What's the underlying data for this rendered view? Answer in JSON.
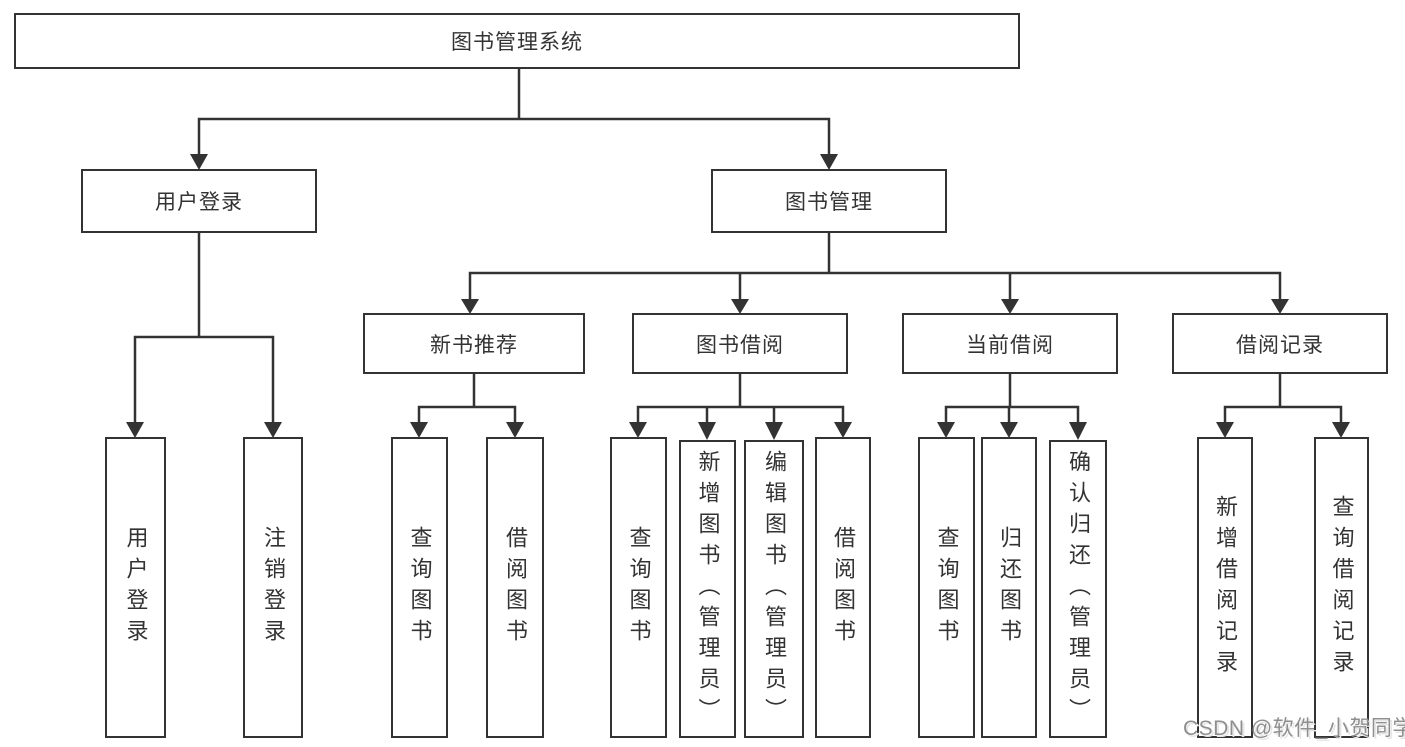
{
  "diagram": {
    "root": "图书管理系统",
    "branches": [
      {
        "label": "用户登录",
        "leaves": [
          "用户登录",
          "注销登录"
        ]
      },
      {
        "label": "图书管理",
        "groups": [
          {
            "label": "新书推荐",
            "leaves": [
              "查询图书",
              "借阅图书"
            ]
          },
          {
            "label": "图书借阅",
            "leaves": [
              "查询图书",
              "新增图书（管理员）",
              "编辑图书（管理员）",
              "借阅图书"
            ]
          },
          {
            "label": "当前借阅",
            "leaves": [
              "查询图书",
              "归还图书",
              "确认归还（管理员）"
            ]
          },
          {
            "label": "借阅记录",
            "leaves": [
              "新增借阅记录",
              "查询借阅记录"
            ]
          }
        ]
      }
    ]
  },
  "style": {
    "line_color": "#333333",
    "text_color": "#333333",
    "background": "#ffffff",
    "watermark_color": "#8f8f8f"
  },
  "watermark": "CSDN @软件_小贺同学"
}
